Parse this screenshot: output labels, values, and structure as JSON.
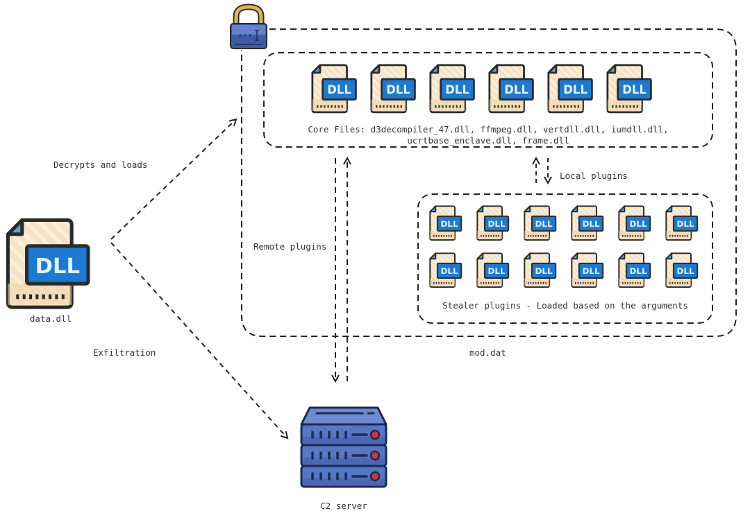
{
  "source_file": {
    "label": "data.dll",
    "icon": "dll-file-icon",
    "badge": "DLL"
  },
  "lock": {
    "icon": "padlock-icon"
  },
  "edges": {
    "decrypt": {
      "label": "Decrypts and loads"
    },
    "exfil": {
      "label": "Exfiltration"
    },
    "remote": {
      "label": "Remote plugins"
    },
    "local": {
      "label": "Local plugins"
    }
  },
  "container": {
    "label": "mod.dat"
  },
  "core_files": {
    "label_line1": "Core Files: d3decompiler_47.dll, ffmpeg.dll, vertdll.dll, iumdll.dll,",
    "label_line2": "ucrtbase_enclave.dll, frame.dll",
    "count": 6,
    "badge": "DLL"
  },
  "stealer_plugins": {
    "label": "Stealer plugins - Loaded based on the arguments",
    "rows": 2,
    "cols": 6,
    "badge": "DLL"
  },
  "server": {
    "label": "C2 server",
    "icon": "server-icon"
  },
  "colors": {
    "dll_blue": "#1a7ad4",
    "dll_text": "#e8f2ff",
    "file_body": "#f5e3c6",
    "file_fold": "#5ba7dc",
    "outline": "#2b2b2b",
    "lock_shackle": "#e2b552",
    "lock_body": "#4a6ab8",
    "server_body": "#5577c4",
    "server_led": "#d8323a"
  }
}
